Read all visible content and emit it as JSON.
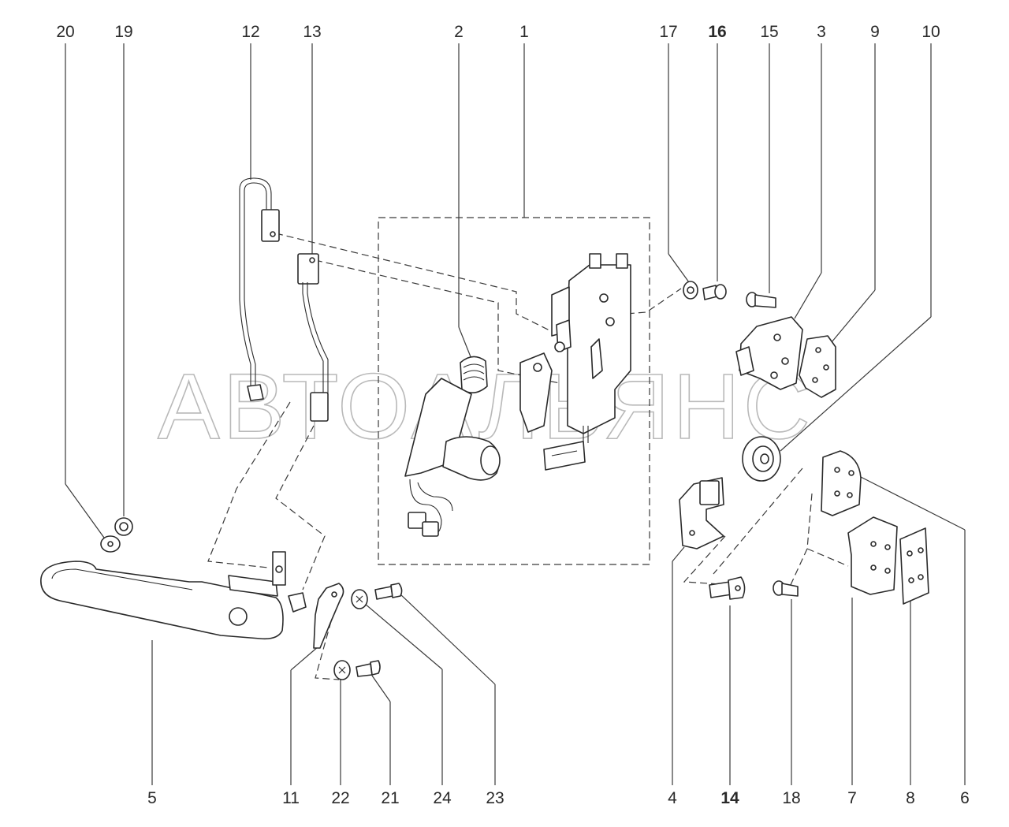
{
  "watermark": "АВТОАЛЬЯНС",
  "callouts": {
    "c20": "20",
    "c19": "19",
    "c12": "12",
    "c13": "13",
    "c2": "2",
    "c1": "1",
    "c17": "17",
    "c16": "16",
    "c15": "15",
    "c3": "3",
    "c9": "9",
    "c10": "10",
    "c5": "5",
    "c11": "11",
    "c22": "22",
    "c21": "21",
    "c24": "24",
    "c23": "23",
    "c4": "4",
    "c14": "14",
    "c18": "18",
    "c7": "7",
    "c8": "8",
    "c6": "6"
  }
}
